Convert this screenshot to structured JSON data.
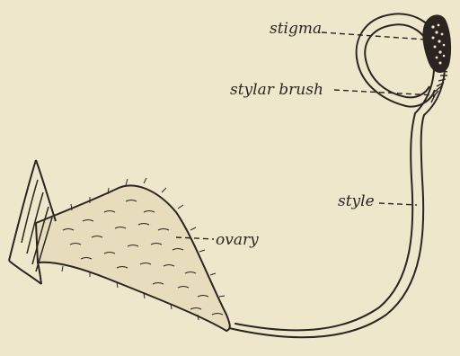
{
  "labels": {
    "stigma": "stigma",
    "stylar_brush": "stylar brush",
    "style": "style",
    "ovary": "ovary"
  },
  "colors": {
    "background": "#efe7cc",
    "ink": "#2a2520"
  }
}
